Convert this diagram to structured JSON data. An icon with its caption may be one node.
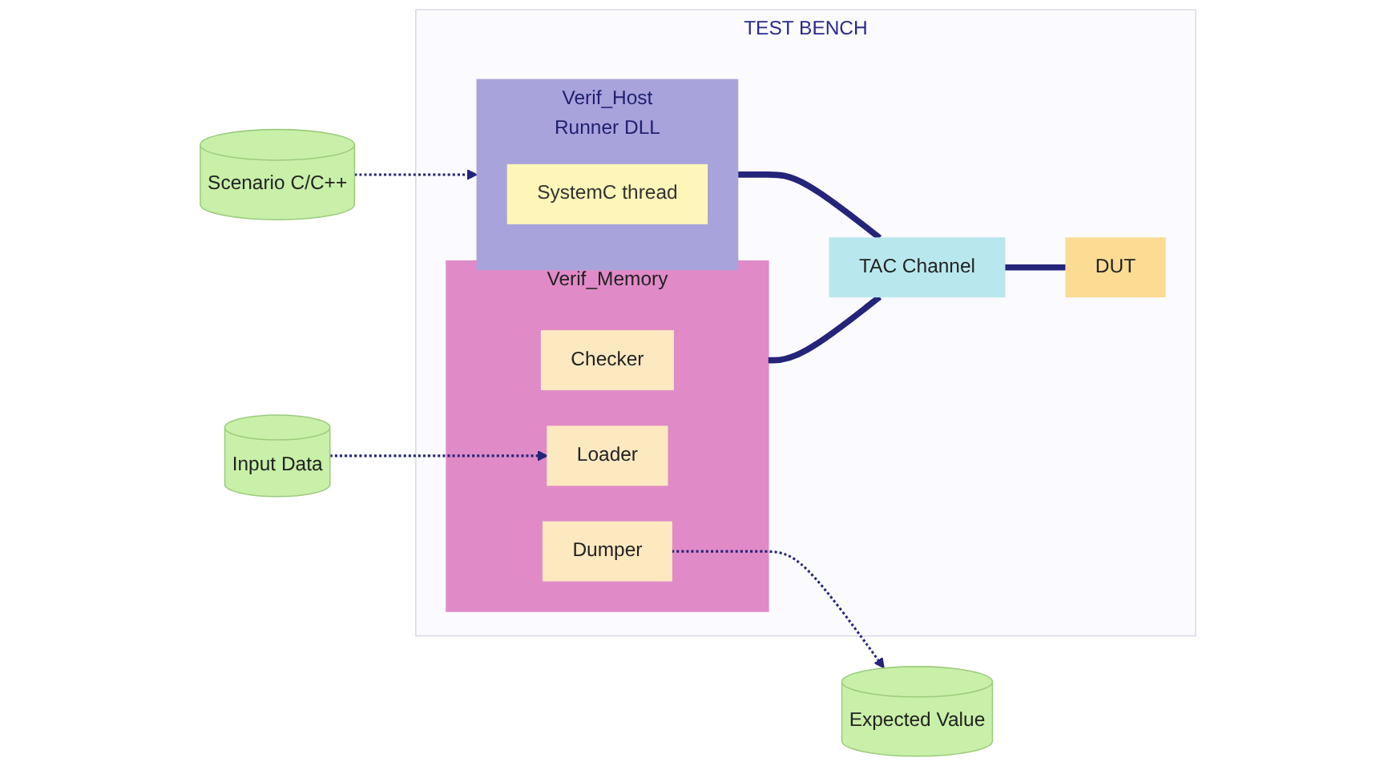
{
  "diagram": {
    "nodes": [
      {
        "text": [
          "TEST BENCH"
        ]
      },
      {
        "text": [
          "Verif_Host",
          "Runner DLL"
        ],
        "in": 0
      },
      {
        "text": [
          "SystemC thread"
        ],
        "in": 1
      },
      {
        "text": [
          "Verif_Memory"
        ],
        "in": 0
      },
      {
        "text": [
          "Checker"
        ],
        "in": 3
      },
      {
        "text": [
          "Loader"
        ],
        "in": 3
      },
      {
        "text": [
          "Dumper"
        ],
        "in": 3
      },
      {
        "text": [
          "TAC Channel"
        ],
        "in": 0
      },
      {
        "text": [
          "DUT"
        ],
        "in": 0
      },
      {
        "text": [
          "Scenario C/C++"
        ]
      },
      {
        "text": [
          "Input Data"
        ]
      },
      {
        "text": [
          "Expected Value"
        ]
      }
    ],
    "edges": [
      {
        "from": 9,
        "to": 1,
        "arrow": "to",
        "style": "dashed"
      },
      {
        "from": 10,
        "to": 5,
        "arrow": "to",
        "style": "dashed"
      },
      {
        "from": 6,
        "to": 11,
        "arrow": "to",
        "style": "dashed"
      },
      {
        "from": 1,
        "to": 7,
        "arrow": "none",
        "style": "thick"
      },
      {
        "from": 3,
        "to": 7,
        "arrow": "none",
        "style": "thick"
      },
      {
        "from": 7,
        "to": 8,
        "arrow": "none",
        "style": "thick"
      }
    ]
  }
}
